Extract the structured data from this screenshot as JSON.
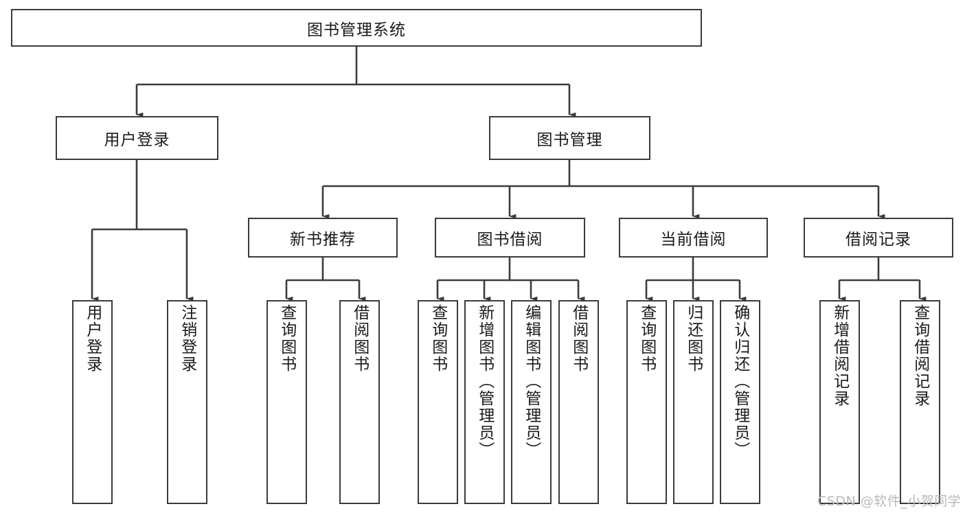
{
  "diagram": {
    "title": "图书管理系统",
    "type": "hierarchy-tree",
    "watermark": "CSDN @软件_小贺同学",
    "colors": {
      "stroke": "#3a3a3a",
      "fill": "#ffffff",
      "text": "#1a1a1a",
      "watermark": "#b9b9b9"
    },
    "levels": {
      "root": {
        "label": "图书管理系统"
      },
      "level2": [
        {
          "label": "用户登录"
        },
        {
          "label": "图书管理"
        }
      ],
      "level3": [
        {
          "label": "新书推荐"
        },
        {
          "label": "图书借阅"
        },
        {
          "label": "当前借阅"
        },
        {
          "label": "借阅记录"
        }
      ],
      "leaves": [
        {
          "label": "用户登录",
          "parent": "用户登录"
        },
        {
          "label": "注销登录",
          "parent": "用户登录"
        },
        {
          "label": "查询图书",
          "parent": "新书推荐"
        },
        {
          "label": "借阅图书",
          "parent": "新书推荐"
        },
        {
          "label": "查询图书",
          "parent": "图书借阅"
        },
        {
          "label": "新增图书（管理员）",
          "parent": "图书借阅"
        },
        {
          "label": "编辑图书（管理员）",
          "parent": "图书借阅"
        },
        {
          "label": "借阅图书",
          "parent": "图书借阅"
        },
        {
          "label": "查询图书",
          "parent": "当前借阅"
        },
        {
          "label": "归还图书",
          "parent": "当前借阅"
        },
        {
          "label": "确认归还（管理员）",
          "parent": "当前借阅"
        },
        {
          "label": "新增借阅记录",
          "parent": "借阅记录"
        },
        {
          "label": "查询借阅记录",
          "parent": "借阅记录"
        }
      ]
    }
  }
}
